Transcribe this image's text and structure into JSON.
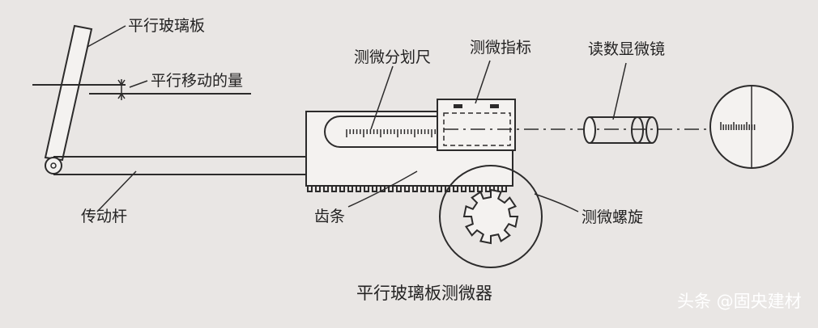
{
  "labels": {
    "glass_plate": "平行玻璃板",
    "shift_amount": "平行移动的量",
    "micrometer_scale": "测微分划尺",
    "micrometer_index": "测微指标",
    "reading_microscope": "读数显微镜",
    "drive_rod": "传动杆",
    "rack": "齿条",
    "micrometer_screw": "测微螺旋"
  },
  "caption": "平行玻璃板测微器",
  "watermark": "头条 @固央建材"
}
